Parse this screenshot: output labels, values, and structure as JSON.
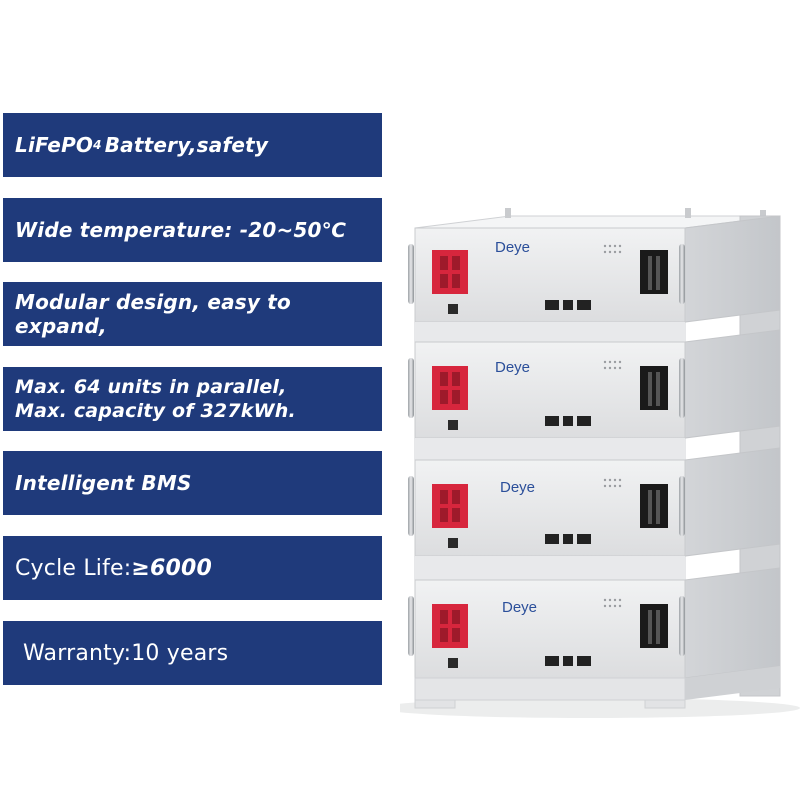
{
  "features": {
    "f1": {
      "prefix": "LiFePO",
      "subscript": "4",
      "suffix": " Battery,safety"
    },
    "f2": {
      "text": "Wide temperature: -20~50℃"
    },
    "f3": {
      "text": "Modular design, easy to expand,"
    },
    "f4": {
      "line1": "Max. 64 units in parallel,",
      "line2": "Max. capacity of 327kWh."
    },
    "f5": {
      "text": "Intelligent BMS"
    },
    "f6": {
      "label": "Cycle Life:",
      "value": "≥6000"
    },
    "f7": {
      "text": "Warranty:10 years"
    }
  },
  "product": {
    "brand": "Deye",
    "module_count": 4
  },
  "colors": {
    "banner_bg": "#1f3a7b",
    "banner_text": "#ffffff",
    "battery_body": "#e6e7e8",
    "terminal_red": "#d7263d",
    "terminal_black": "#1a1a1a",
    "brand_blue": "#2b4f9a"
  }
}
